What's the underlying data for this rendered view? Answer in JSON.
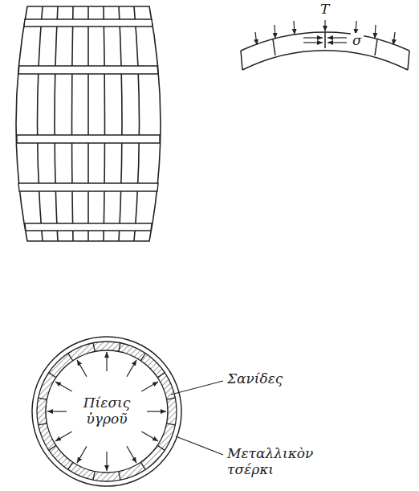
{
  "diagram": {
    "nodes": [
      {
        "text": [
          "Πίεσις ὑγροῦ"
        ]
      }
    ],
    "labels": [
      "T",
      "σ",
      "Σανίδες",
      "Μεταλλικὸν τσέρκι"
    ]
  }
}
